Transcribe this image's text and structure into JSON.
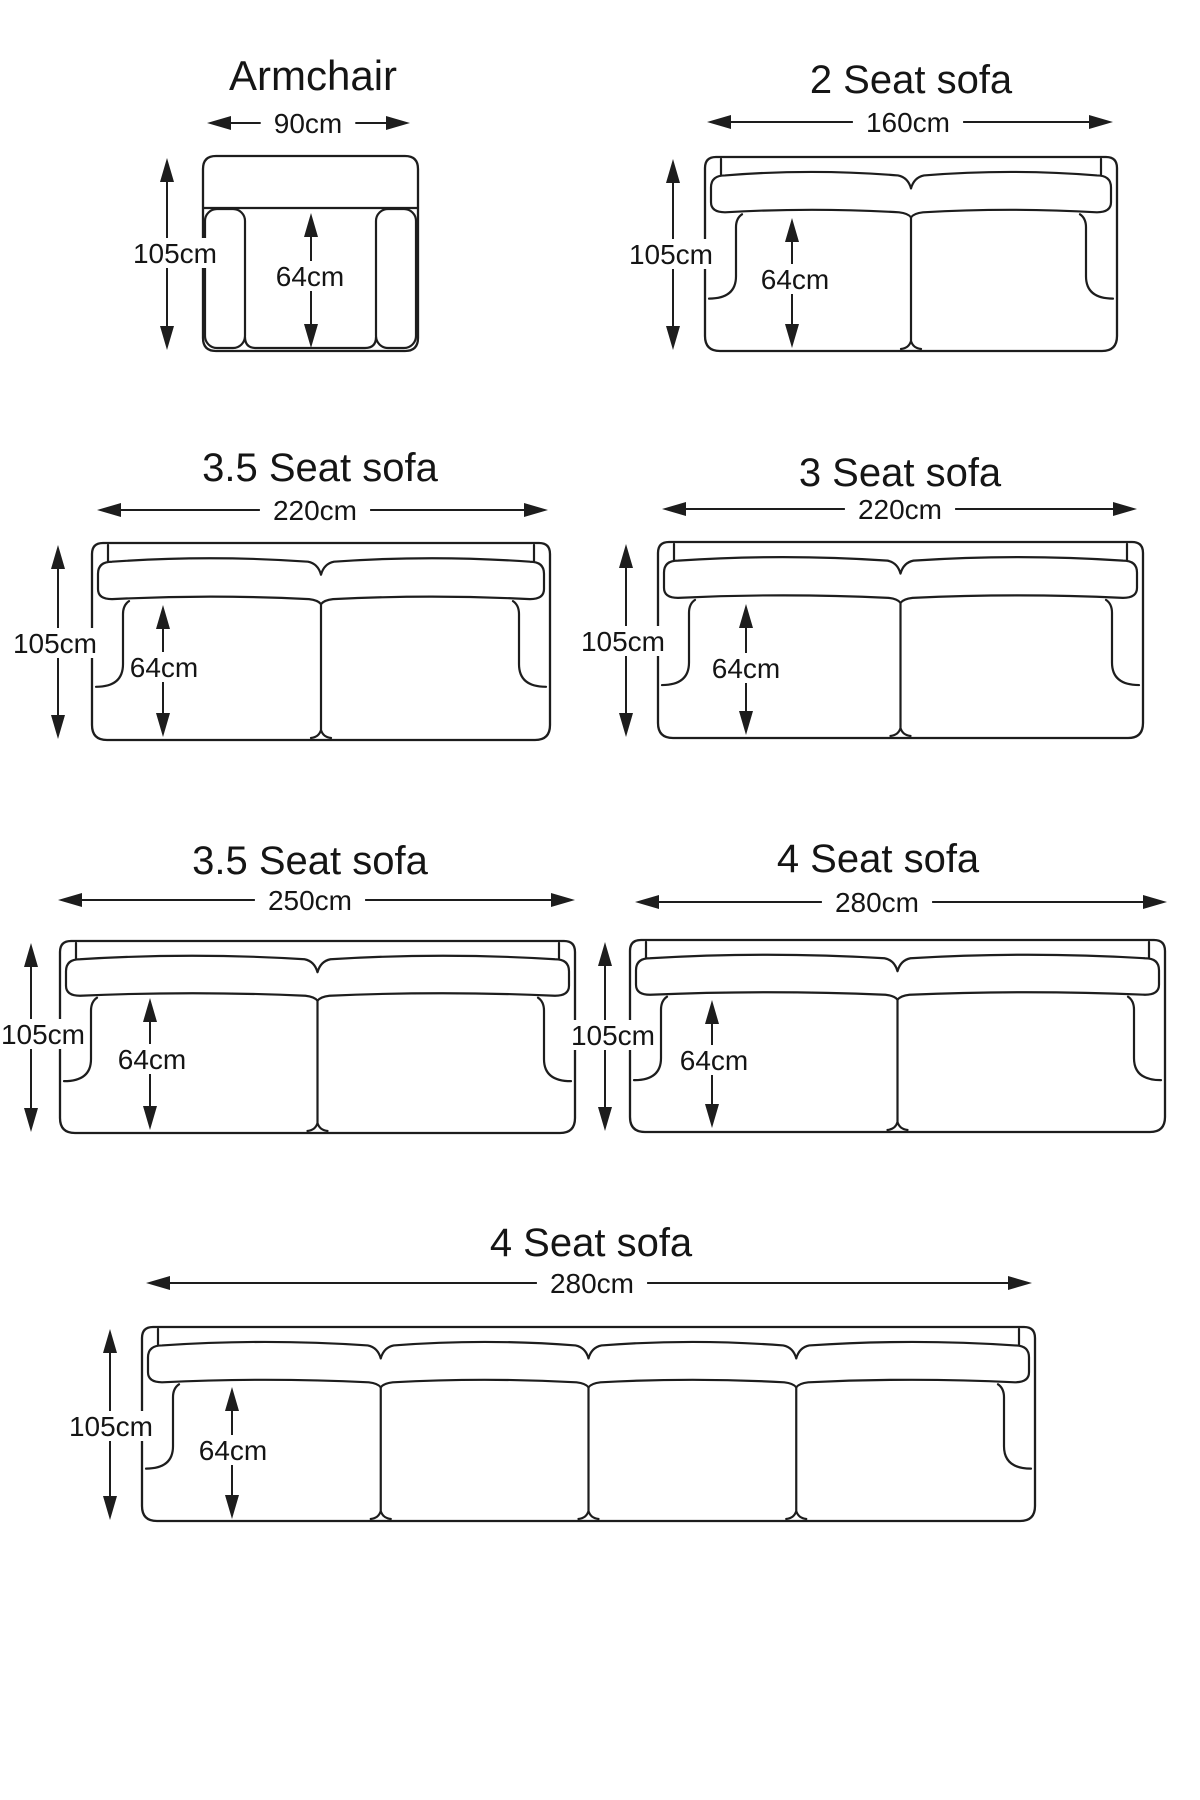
{
  "page": {
    "background": "#ffffff",
    "line_color": "#1d1d1d",
    "text_color": "#151515"
  },
  "diagrams": [
    {
      "id": "armchair",
      "kind": "armchair",
      "title": "Armchair",
      "width_label": "90cm",
      "height_label": "105cm",
      "seat_depth_label": "64cm",
      "seat_cushions": 1
    },
    {
      "id": "sofa-2-seat",
      "kind": "sofa",
      "title": "2 Seat sofa",
      "width_label": "160cm",
      "height_label": "105cm",
      "seat_depth_label": "64cm",
      "seat_cushions": 2
    },
    {
      "id": "sofa-3-5-seat-220",
      "kind": "sofa",
      "title": "3.5 Seat sofa",
      "width_label": "220cm",
      "height_label": "105cm",
      "seat_depth_label": "64cm",
      "seat_cushions": 2
    },
    {
      "id": "sofa-3-seat-220",
      "kind": "sofa",
      "title": "3 Seat sofa",
      "width_label": "220cm",
      "height_label": "105cm",
      "seat_depth_label": "64cm",
      "seat_cushions": 2
    },
    {
      "id": "sofa-3-5-seat-250",
      "kind": "sofa",
      "title": "3.5 Seat sofa",
      "width_label": "250cm",
      "height_label": "105cm",
      "seat_depth_label": "64cm",
      "seat_cushions": 2
    },
    {
      "id": "sofa-4-seat-280",
      "kind": "sofa",
      "title": "4 Seat sofa",
      "width_label": "280cm",
      "height_label": "105cm",
      "seat_depth_label": "64cm",
      "seat_cushions": 2
    },
    {
      "id": "sofa-4-seat-280-long",
      "kind": "sofa",
      "title": "4 Seat sofa",
      "width_label": "280cm",
      "height_label": "105cm",
      "seat_depth_label": "64cm",
      "seat_cushions": 4
    }
  ]
}
